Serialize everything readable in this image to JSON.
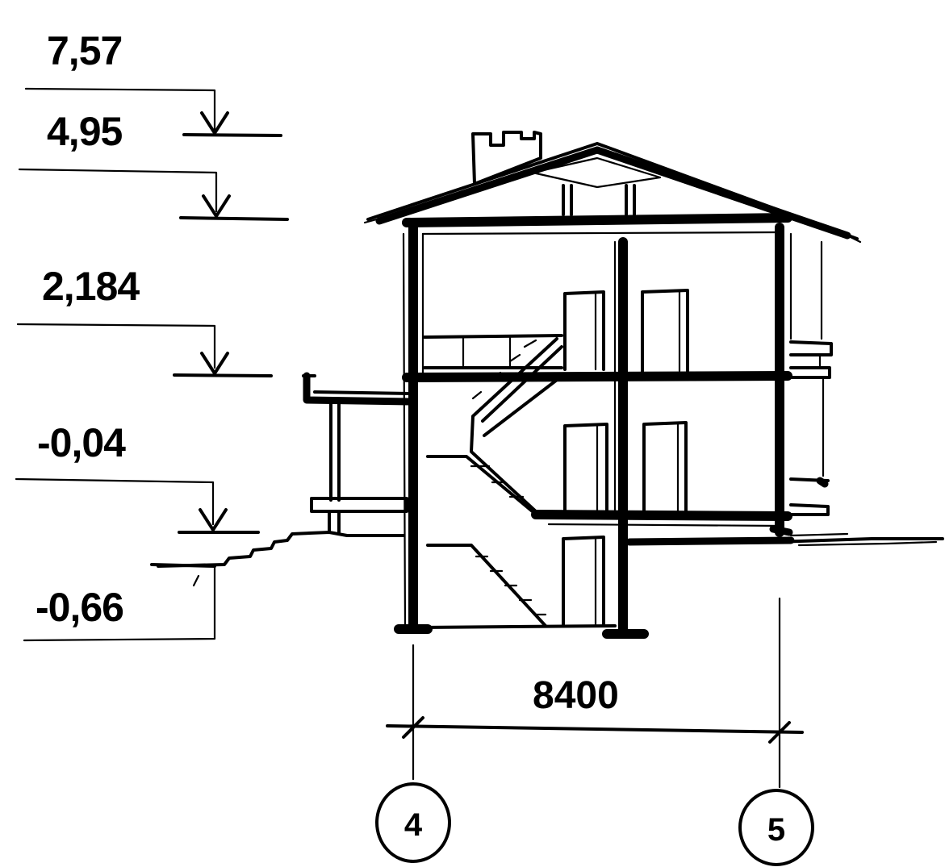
{
  "elevations": [
    {
      "label": "7,57"
    },
    {
      "label": "4,95"
    },
    {
      "label": "2,184"
    },
    {
      "label": "-0,04"
    },
    {
      "label": "-0,66"
    }
  ],
  "dimension": {
    "label": "8400"
  },
  "axes": [
    {
      "label": "4"
    },
    {
      "label": "5"
    }
  ]
}
